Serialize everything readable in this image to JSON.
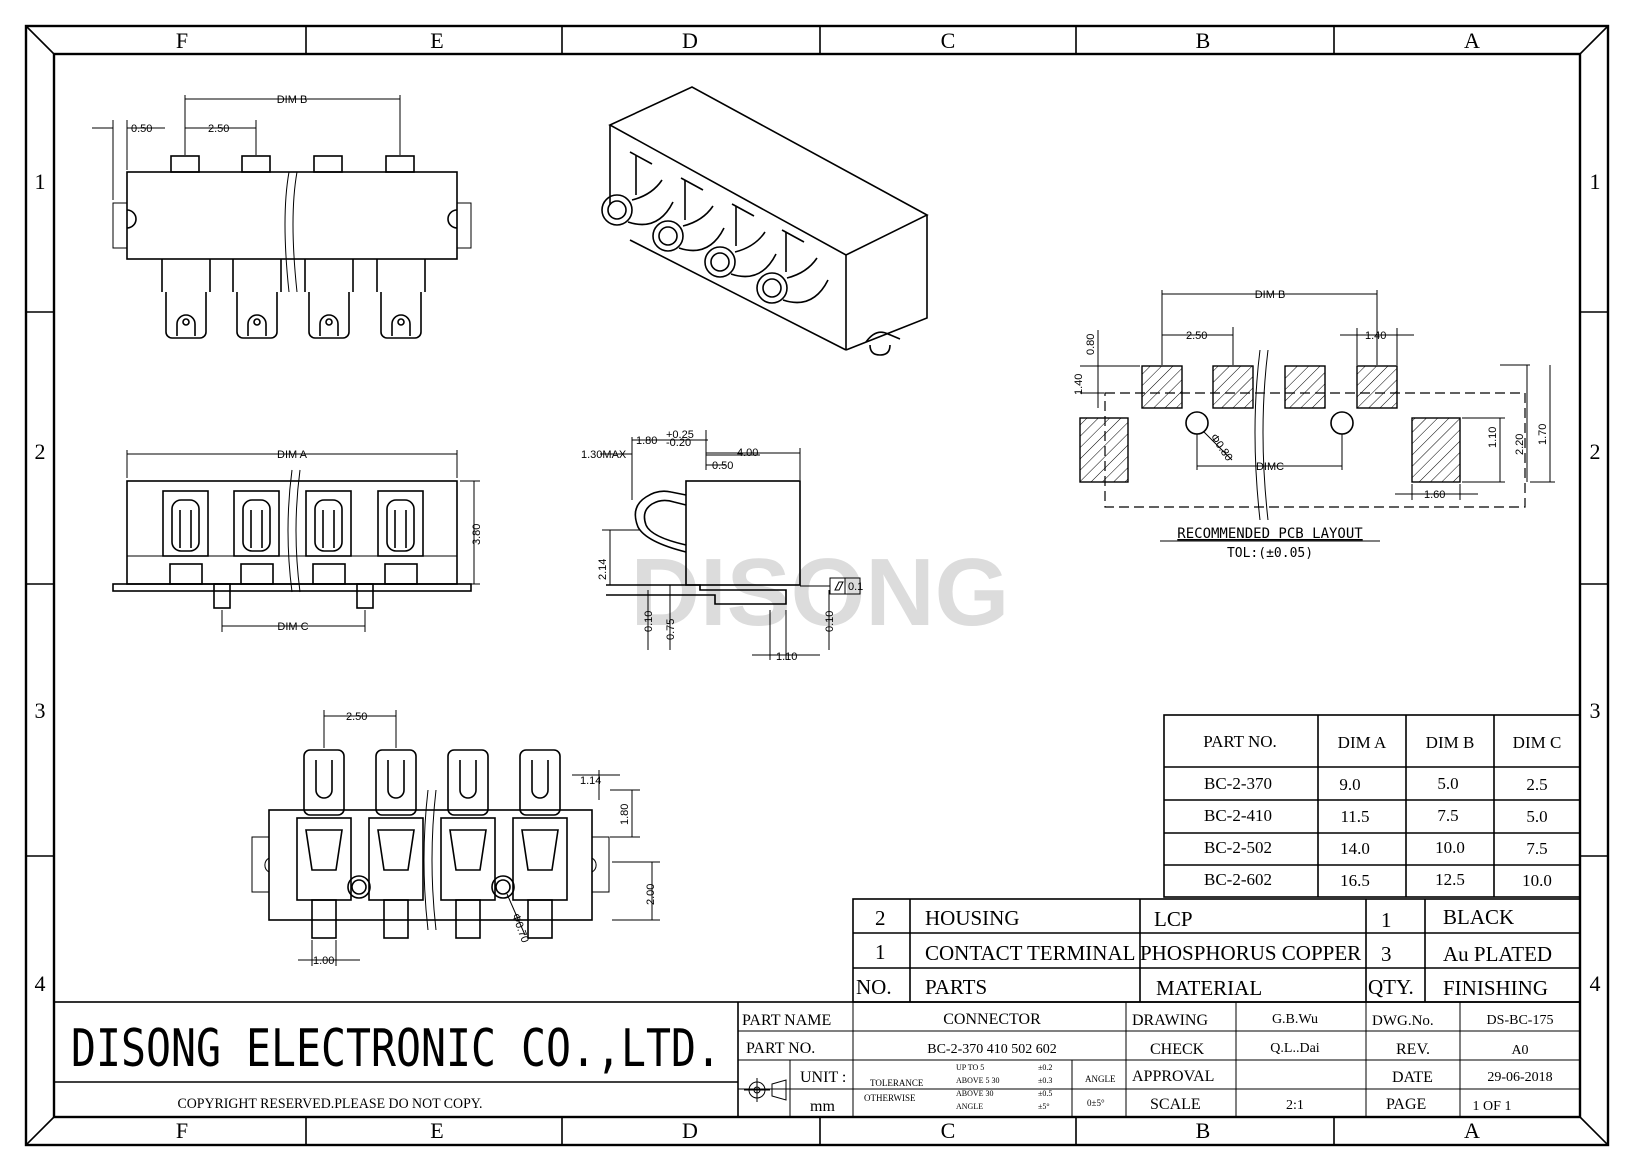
{
  "zones": {
    "columns": [
      "F",
      "E",
      "D",
      "C",
      "B",
      "A"
    ],
    "rows": [
      "1",
      "2",
      "3",
      "4"
    ]
  },
  "watermark": "DISONG",
  "top_view": {
    "dims": {
      "dim_b": "DIM B",
      "pitch": "2.50",
      "offset": "0.50"
    }
  },
  "front_view": {
    "dims": {
      "dim_a": "DIM A",
      "height": "3.80",
      "dim_c": "DIM C"
    }
  },
  "side_view": {
    "dims": {
      "max_h": "1.30MAX",
      "pin": "1.80",
      "pin_tol_plus": "+0.25",
      "pin_tol_minus": "-0.20",
      "depth": "4.00",
      "offset": "0.50",
      "height": "2.14",
      "left_gap": "0.10",
      "bottom": "0.75",
      "right_gap": "0.10",
      "foot": "1.10",
      "flatness": "0.1"
    }
  },
  "bottom_view": {
    "dims": {
      "pitch": "2.50",
      "slot": "1.14",
      "tab_h": "1.80",
      "tab_w": "2.00",
      "pin_w": "1.00",
      "hole": "Φ0.70"
    }
  },
  "pcb_layout": {
    "title": "RECOMMENDED PCB LAYOUT",
    "tolerance": "TOL:(±0.05)",
    "dims": {
      "dim_b": "DIM B",
      "pitch": "2.50",
      "pad_w": "1.40",
      "top_gap": "0.80",
      "pad_h": "1.40",
      "hole": "Φ0.80",
      "dim_c": "DIMC",
      "side_pad_w": "1.60",
      "h1": "1.10",
      "h2": "2.20",
      "h3": "1.70"
    }
  },
  "dim_table": {
    "headers": [
      "PART NO.",
      "DIM A",
      "DIM B",
      "DIM C"
    ],
    "rows": [
      [
        "BC-2-370",
        "9.0",
        "5.0",
        "2.5"
      ],
      [
        "BC-2-410",
        "11.5",
        "7.5",
        "5.0"
      ],
      [
        "BC-2-502",
        "14.0",
        "10.0",
        "7.5"
      ],
      [
        "BC-2-602",
        "16.5",
        "12.5",
        "10.0"
      ]
    ]
  },
  "bom": {
    "headers": [
      "NO.",
      "PARTS",
      "MATERIAL",
      "QTY.",
      "FINISHING"
    ],
    "rows": [
      [
        "2",
        "HOUSING",
        "LCP",
        "1",
        "BLACK"
      ],
      [
        "1",
        "CONTACT TERMINAL",
        "PHOSPHORUS COPPER",
        "3",
        "Au PLATED"
      ]
    ]
  },
  "title_block": {
    "company": "DISONG ELECTRONIC CO.,LTD.",
    "copyright": "COPYRIGHT RESERVED.PLEASE DO NOT COPY.",
    "part_name_label": "PART NAME",
    "part_name": "CONNECTOR",
    "part_no_label": "PART NO.",
    "part_no": "BC-2-370 410 502 602",
    "unit_label": "UNIT :",
    "unit": "mm",
    "tolerance_label": "TOLERANCE",
    "otherwise_label": "OTHERWISE",
    "tol_rows": [
      [
        "UP TO 5",
        "±0.2"
      ],
      [
        "ABOVE 5 30",
        "±0.3"
      ],
      [
        "ABOVE 30",
        "±0.5"
      ],
      [
        "ANGLE",
        "±5°"
      ]
    ],
    "angle_label": "ANGLE",
    "angle_value": "0±5°",
    "drawing_label": "DRAWING",
    "drawing": "G.B.Wu",
    "check_label": "CHECK",
    "check": "Q.L..Dai",
    "approval_label": "APPROVAL",
    "approval": "",
    "scale_label": "SCALE",
    "scale": "2:1",
    "dwg_no_label": "DWG.No.",
    "dwg_no": "DS-BC-175",
    "rev_label": "REV.",
    "rev": "A0",
    "date_label": "DATE",
    "date": "29-06-2018",
    "page_label": "PAGE",
    "page": "1 OF 1"
  }
}
